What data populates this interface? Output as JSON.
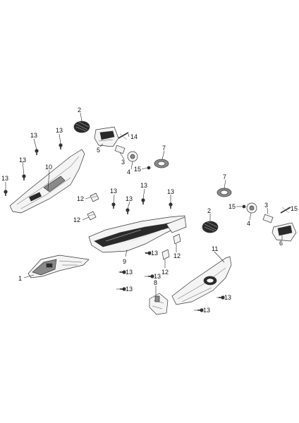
{
  "callouts": [
    {
      "text": "1"
    },
    {
      "text": "2"
    },
    {
      "text": "2"
    },
    {
      "text": "3"
    },
    {
      "text": "3"
    },
    {
      "text": "4"
    },
    {
      "text": "4"
    },
    {
      "text": "5"
    },
    {
      "text": "6"
    },
    {
      "text": "7"
    },
    {
      "text": "7"
    },
    {
      "text": "8"
    },
    {
      "text": "9"
    },
    {
      "text": "10"
    },
    {
      "text": "11"
    },
    {
      "text": "12"
    },
    {
      "text": "12"
    },
    {
      "text": "12"
    },
    {
      "text": "12"
    },
    {
      "text": "13"
    },
    {
      "text": "13"
    },
    {
      "text": "13"
    },
    {
      "text": "13"
    },
    {
      "text": "13"
    },
    {
      "text": "13"
    },
    {
      "text": "13"
    },
    {
      "text": "13"
    },
    {
      "text": "13"
    },
    {
      "text": "13"
    },
    {
      "text": "13"
    },
    {
      "text": "13"
    },
    {
      "text": "13"
    },
    {
      "text": "13"
    },
    {
      "text": "13"
    },
    {
      "text": "14"
    },
    {
      "text": "14"
    },
    {
      "text": "15"
    },
    {
      "text": "15"
    }
  ]
}
